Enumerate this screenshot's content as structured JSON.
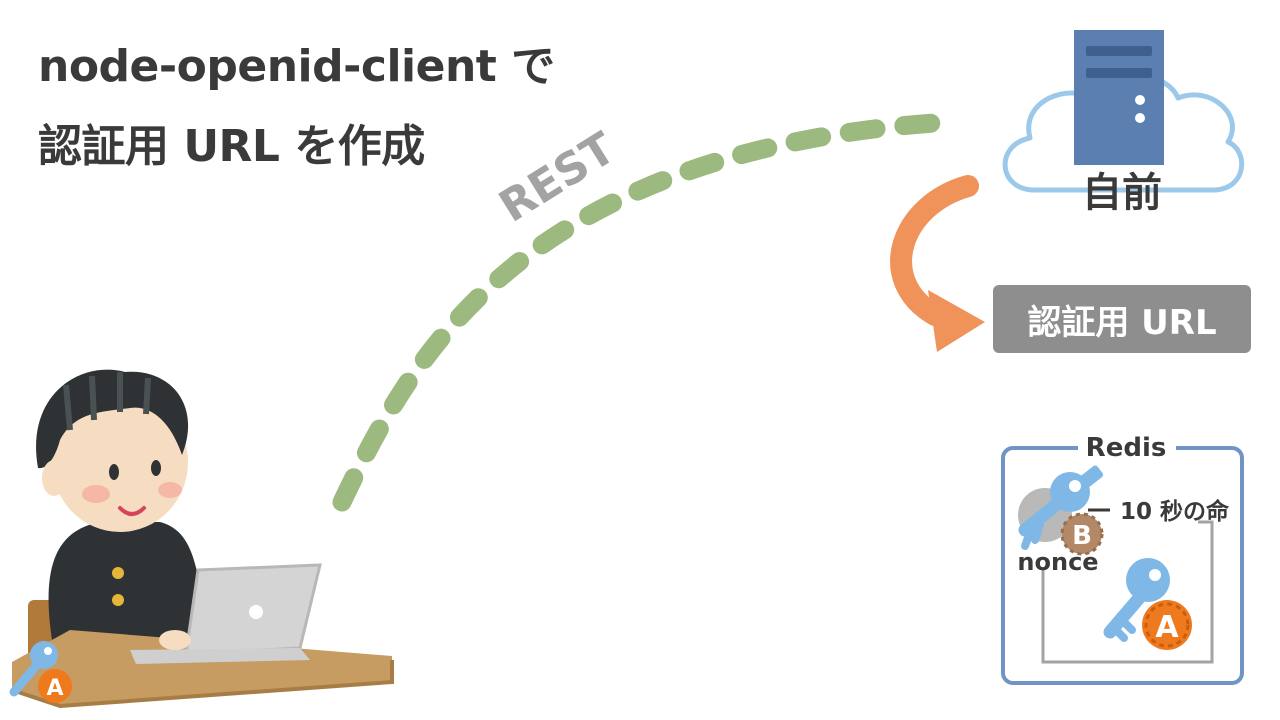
{
  "title": {
    "line1": "node-openid-client で",
    "line2": "認証用 URL を作成"
  },
  "arrow_label": "REST",
  "server": {
    "cloud_label": "自前",
    "result_label": "認証用 URL"
  },
  "redis": {
    "title": "Redis",
    "ttl_label": "10 秒の命",
    "nonce_label": "nonce",
    "key_b_letter": "B",
    "key_a_letter": "A"
  },
  "user": {
    "key_letter": "A"
  },
  "colors": {
    "dashed_path": "#9cba7f",
    "orange_arrow": "#f0935a",
    "redis_border": "#7094c6",
    "url_pill": "#8e8e8e",
    "cloud_outline": "#9cc9ea",
    "server_body": "#5c7fb2",
    "key": "#7fb8e6",
    "badge_a": "#ef7a1e",
    "badge_b": "#b38866"
  },
  "icons": [
    "server-icon",
    "cloud-icon",
    "key-icon",
    "laptop-icon",
    "person-illustration"
  ]
}
